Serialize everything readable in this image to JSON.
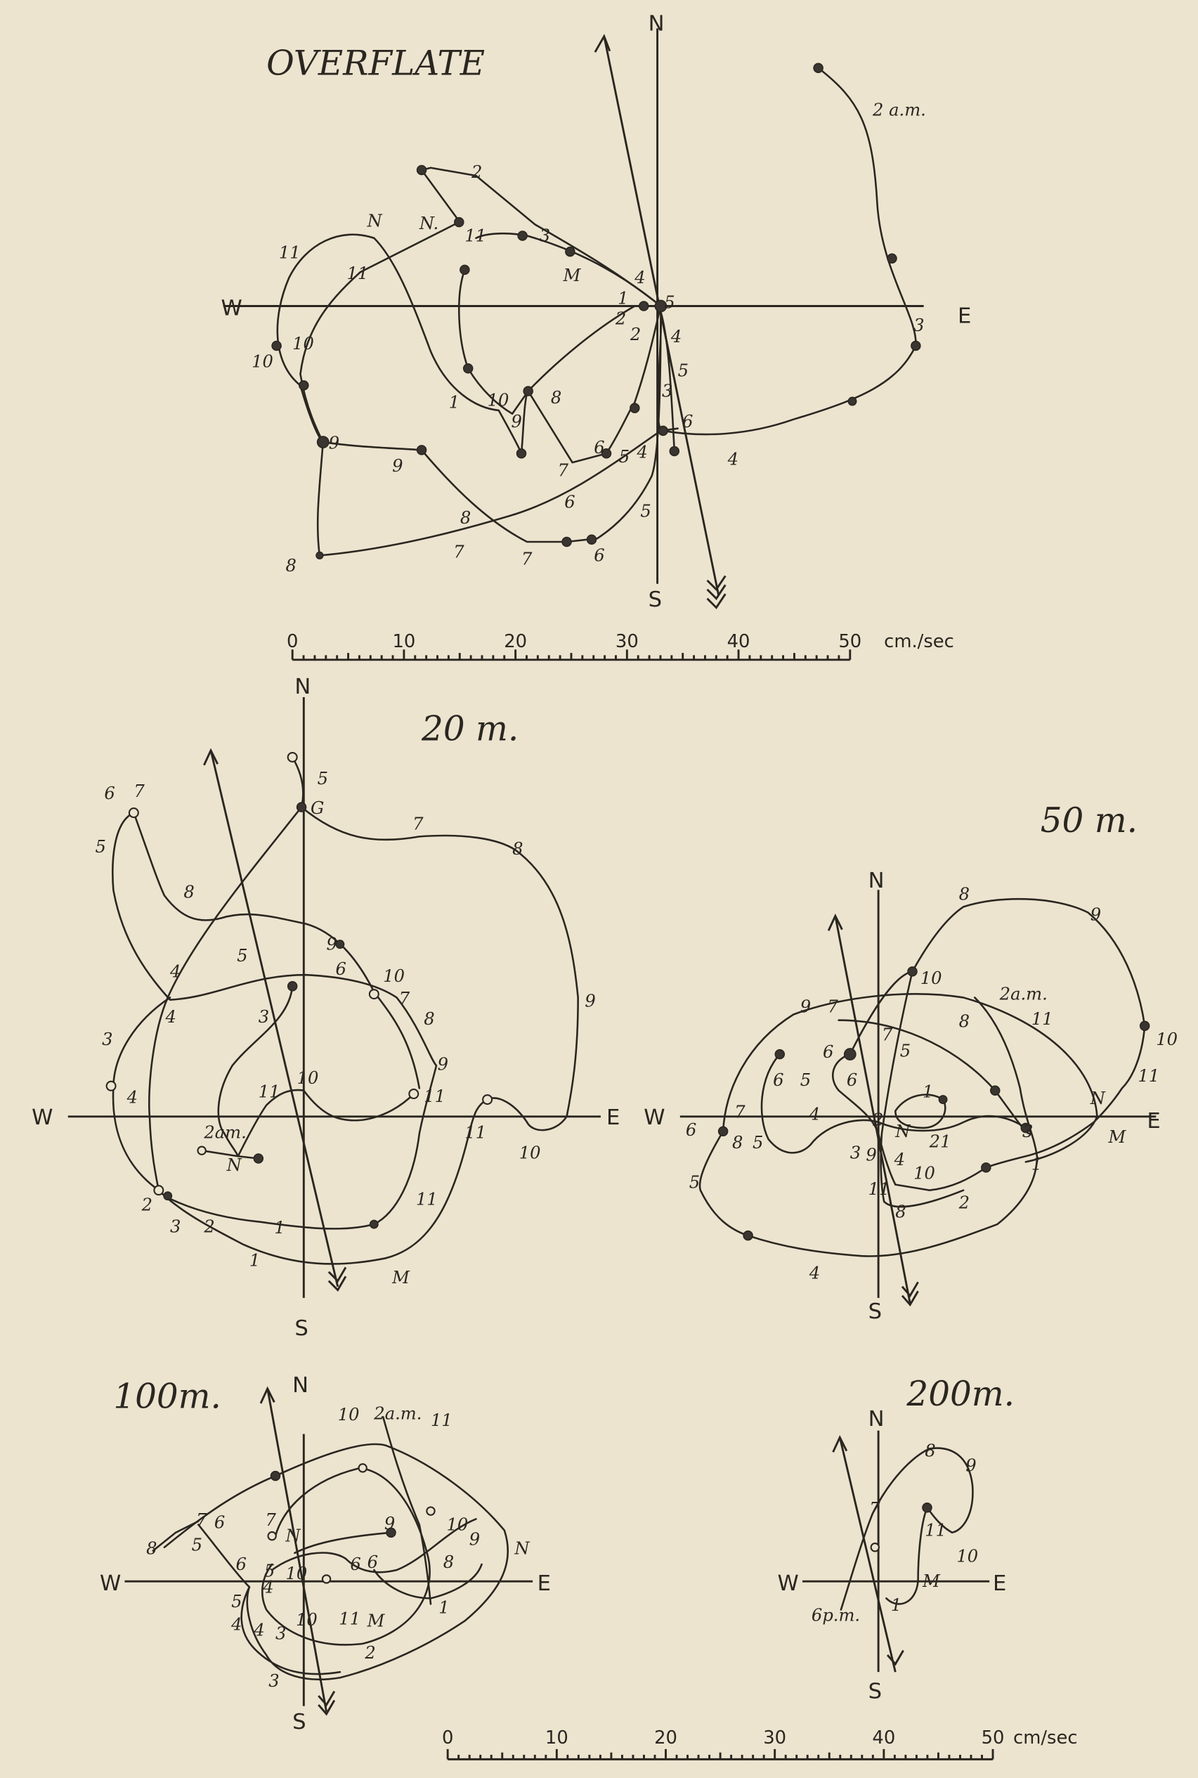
{
  "titles": {
    "overflate": "OVERFLATE",
    "m20": "20 m.",
    "m50": "50 m.",
    "m100": "100m.",
    "m200": "200m."
  },
  "compass": {
    "n": "N",
    "s": "S",
    "e": "E",
    "w": "W"
  },
  "scale_top": {
    "ticks": [
      "0",
      "10",
      "20",
      "30",
      "40",
      "50"
    ],
    "unit": "cm./sec"
  },
  "scale_bottom": {
    "ticks": [
      "0",
      "10",
      "20",
      "30",
      "40",
      "50"
    ],
    "unit": "cm/sec"
  },
  "labels": {
    "overflate": [
      "2 a.m.",
      "2",
      "3",
      "N",
      "N.",
      "11",
      "11",
      "11",
      "M",
      "4",
      "5",
      "1",
      "2",
      "2",
      "4",
      "3",
      "5",
      "3",
      "10",
      "10",
      "1",
      "10",
      "9",
      "8",
      "9",
      "9",
      "6",
      "6",
      "5",
      "4",
      "7",
      "4",
      "6",
      "8",
      "5",
      "7",
      "7",
      "6",
      "8"
    ],
    "m20": [
      "5",
      "G",
      "6",
      "7",
      "7",
      "8",
      "5",
      "8",
      "9",
      "5",
      "6",
      "10",
      "7",
      "8",
      "4",
      "4",
      "3",
      "3",
      "9",
      "9",
      "4",
      "11",
      "10",
      "11",
      "2am.",
      "N",
      "11",
      "10",
      "2",
      "3",
      "2",
      "1",
      "1",
      "11",
      "M"
    ],
    "m50": [
      "8",
      "9",
      "2a.m.",
      "9",
      "7",
      "8",
      "11",
      "10",
      "7",
      "5",
      "6",
      "6",
      "6",
      "10",
      "5",
      "11",
      "1",
      "N",
      "7",
      "4",
      "6",
      "8",
      "5",
      "2",
      "N",
      "21",
      "3",
      "M",
      "3",
      "9",
      "4",
      "1",
      "10",
      "5",
      "2",
      "11",
      "8",
      "4"
    ],
    "m100": [
      "10",
      "2a.m.",
      "11",
      "7",
      "6",
      "8",
      "5",
      "7",
      "N",
      "9",
      "10",
      "9",
      "N",
      "6",
      "5",
      "10",
      "6",
      "6",
      "8",
      "5",
      "4",
      "1",
      "4",
      "4",
      "3",
      "10",
      "M",
      "11",
      "2",
      "3"
    ],
    "m200": [
      "8",
      "9",
      "7",
      "11",
      "10",
      "M",
      "6p.m.",
      "1"
    ]
  }
}
